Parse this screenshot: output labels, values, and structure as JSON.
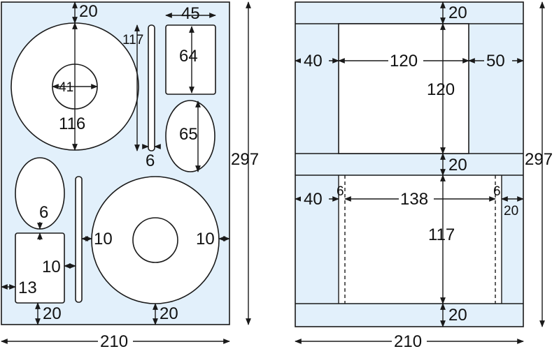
{
  "left_sheet": {
    "top_margin": "20",
    "disc_large_outer": "116",
    "disc_large_hole": "41",
    "strip_length": "117",
    "strip_width": "6",
    "rect_width": "45",
    "rect_height": "64",
    "oval_upper": "65",
    "oval_gap": "6",
    "disc_small_left": "10",
    "disc_small_right": "10",
    "strip_gap": "10",
    "left_margin": "13",
    "bottom_left": "20",
    "bottom_disc": "20",
    "height": "297",
    "width": "210"
  },
  "right_sheet": {
    "top_margin": "20",
    "left_margin": "40",
    "center_width": "120",
    "right_margin": "50",
    "center_height": "120",
    "mid_band": "20",
    "lower_left_margin": "40",
    "lower_gap_left": "6",
    "lower_width": "138",
    "lower_gap_right": "6",
    "lower_right_margin": "20",
    "lower_height": "117",
    "bottom_margin": "20",
    "height": "297",
    "width": "210"
  }
}
